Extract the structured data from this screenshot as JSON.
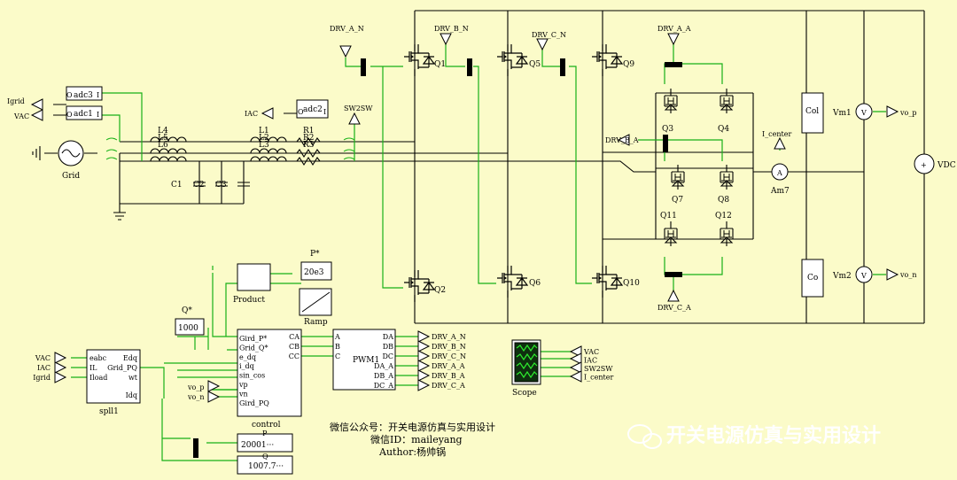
{
  "colors": {
    "background": "#fbfbc9",
    "wire_black": "#000000",
    "wire_green": "#17b117",
    "block_fill": "#ffffff",
    "watermark": "#ffffff"
  },
  "labels": {
    "drv_a_n": "DRV_A_N",
    "drv_b_n": "DRV_B_N",
    "drv_c_n": "DRV_C_N",
    "drv_a_a": "DRV_A_A",
    "drv_b_a": "DRV_B_A",
    "drv_c_a": "DRV_C_A",
    "sw2sw": "SW2SW",
    "q1": "Q1",
    "q2": "Q2",
    "q3": "Q3",
    "q4": "Q4",
    "q5": "Q5",
    "q6": "Q6",
    "q7": "Q7",
    "q8": "Q8",
    "q9": "Q9",
    "q10": "Q10",
    "q11": "Q11",
    "q12": "Q12",
    "igrid": "Igrid",
    "vac": "VAC",
    "iac": "IAC",
    "adc3": "adc3",
    "adc1": "adc1",
    "adc2": "adc2",
    "grid": "Grid",
    "l4": "L4",
    "l5": "L5",
    "l6": "L6",
    "l1": "L1",
    "l2": "L2",
    "l3": "L3",
    "r1": "R1",
    "r2": "R2",
    "r3": "R3",
    "c1": "C1",
    "c2": "C2",
    "c3": "C3",
    "col": "Col",
    "co": "Co",
    "vm1": "Vm1",
    "vm2": "Vm2",
    "vo_p": "vo_p",
    "vo_n": "vo_n",
    "vdc": "VDC",
    "i_center": "I_center",
    "am7": "Am7",
    "pstar": "P*",
    "pstar_val": "20e3",
    "product": "Product",
    "ramp": "Ramp",
    "qstar": "Q*",
    "qstar_val": "1000",
    "pwm1": "PWM1",
    "control": "control",
    "spll1": "spll1",
    "scope": "Scope",
    "io_o": "O",
    "io_i": "I",
    "plus": "+",
    "ammeter": "A",
    "voltmeter": "V",
    "d1": "20001···",
    "d1_top": "P",
    "d2": "1007.7···",
    "d2_top": "Q"
  },
  "spll_inputs": [
    "eabc",
    "IL",
    "Iload"
  ],
  "spll_outputs": [
    "Edq",
    "Grid_PQ",
    "wt",
    "Idq"
  ],
  "spll_ext": [
    "VAC",
    "IAC",
    "Igrid"
  ],
  "control_inputs": [
    "Gird_P*",
    "Grid_Q*",
    "e_dq",
    "i_dq",
    "sin_cos",
    "vp",
    "vn",
    "Gird_PQ"
  ],
  "control_outputs": [
    "CA",
    "CB",
    "CC"
  ],
  "control_ext": [
    "vo_p",
    "vo_n"
  ],
  "pwm_inputs": [
    "A",
    "B",
    "C"
  ],
  "pwm_outputs": [
    "DA",
    "DB",
    "DC",
    "DA_A",
    "DB_A",
    "DC_A"
  ],
  "pwm_ext": [
    "DRV_A_N",
    "DRV_B_N",
    "DRV_C_N",
    "DRV_A_A",
    "DRV_B_A",
    "DRV_C_A"
  ],
  "scope_inputs": [
    "VAC",
    "IAC",
    "SW2SW",
    "I_center"
  ],
  "footer": {
    "line1": "微信公众号：开关电源仿真与实用设计",
    "line2": "微信ID：maileyang",
    "line3": "Author:杨帅锅"
  },
  "watermark": "开关电源仿真与实用设计"
}
